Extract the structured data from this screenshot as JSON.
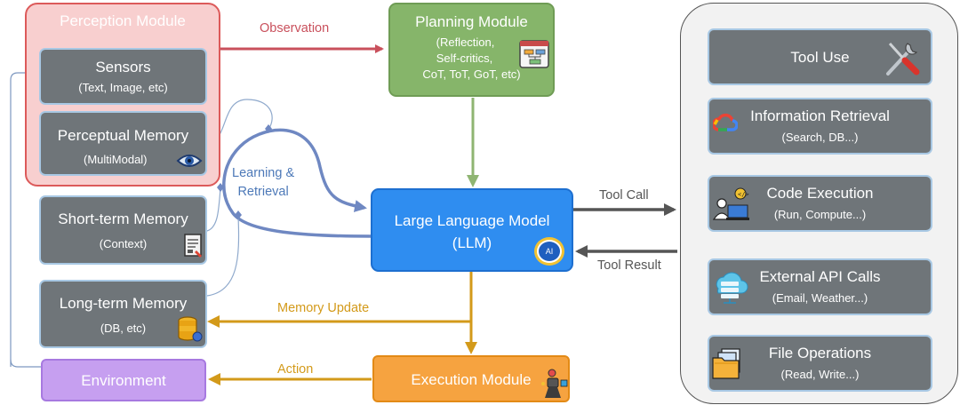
{
  "perception": {
    "title": "Perception Module",
    "sensors": {
      "title": "Sensors",
      "sub": "(Text, Image, etc)"
    },
    "perceptual_memory": {
      "title": "Perceptual Memory",
      "sub": "(MultiModal)"
    }
  },
  "short_term_memory": {
    "title": "Short-term Memory",
    "sub": "(Context)"
  },
  "long_term_memory": {
    "title": "Long-term Memory",
    "sub": "(DB, etc)"
  },
  "environment": {
    "title": "Environment"
  },
  "planning": {
    "title": "Planning Module",
    "lines": [
      "(Reflection,",
      "Self-critics,",
      "CoT, ToT, GoT, etc)"
    ]
  },
  "llm": {
    "title": "Large Language Model",
    "sub": "(LLM)",
    "badge": "AI"
  },
  "execution": {
    "title": "Execution Module"
  },
  "tools": [
    {
      "title": "Tool Use",
      "sub": "",
      "icon": "wrench-screwdriver-icon"
    },
    {
      "title": "Information Retrieval",
      "sub": "(Search, DB...)",
      "icon": "google-cloud-icon"
    },
    {
      "title": "Code Execution",
      "sub": "(Run, Compute...)",
      "icon": "developer-laptop-icon"
    },
    {
      "title": "External API Calls",
      "sub": "(Email, Weather...)",
      "icon": "cloud-server-icon"
    },
    {
      "title": "File Operations",
      "sub": "(Read, Write...)",
      "icon": "folders-icon"
    }
  ],
  "labels": {
    "observation": "Observation",
    "learning_retrieval": [
      "Learning &",
      "Retrieval"
    ],
    "tool_call": "Tool Call",
    "tool_result": "Tool Result",
    "memory_update": "Memory Update",
    "action": "Action"
  },
  "colors": {
    "observation": "#c9505c",
    "planning_flow": "#8fb572",
    "memory_flow": "#d39a1a",
    "tool_flow": "#555555",
    "retrieval": "#6f88c2"
  }
}
